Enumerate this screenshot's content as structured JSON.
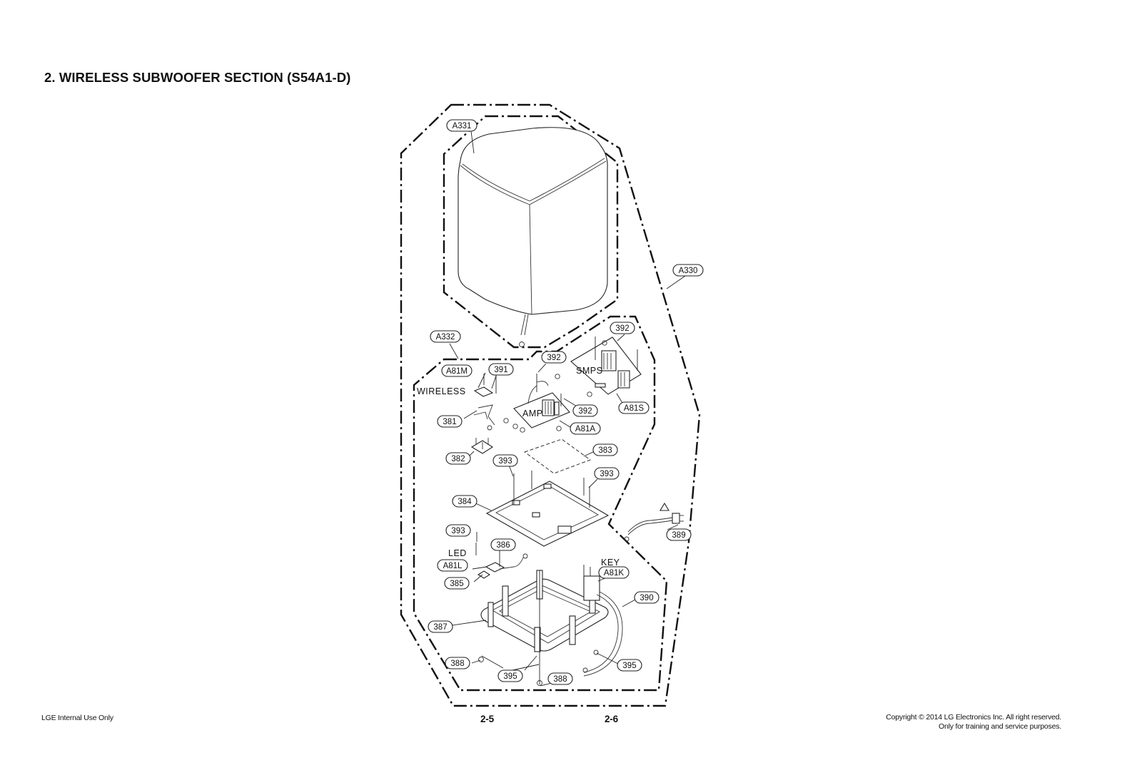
{
  "title": "2. WIRELESS SUBWOOFER SECTION (S54A1-D)",
  "footer": {
    "left": "LGE Internal Use Only",
    "page_left": "2-5",
    "page_right": "2-6",
    "copyright": "Copyright © 2014 LG Electronics Inc. All right reserved.",
    "notice": "Only for training and service purposes."
  },
  "diagram": {
    "callouts": {
      "a331": "A331",
      "a330": "A330",
      "a332": "A332",
      "p392a": "392",
      "p392b": "392",
      "p392c": "392",
      "a81m": "A81M",
      "p391": "391",
      "a81s": "A81S",
      "a81a": "A81A",
      "p381": "381",
      "p382": "382",
      "p383": "383",
      "p393a": "393",
      "p393b": "393",
      "p393c": "393",
      "p384": "384",
      "p386": "386",
      "a81l": "A81L",
      "p385": "385",
      "a81k": "A81K",
      "p390": "390",
      "p389": "389",
      "p387": "387",
      "p388a": "388",
      "p388b": "388",
      "p395a": "395",
      "p395b": "395"
    },
    "labels": {
      "wireless": "WIRELESS",
      "smps": "SMPS",
      "amp": "AMP",
      "led": "LED",
      "key": "KEY"
    }
  }
}
